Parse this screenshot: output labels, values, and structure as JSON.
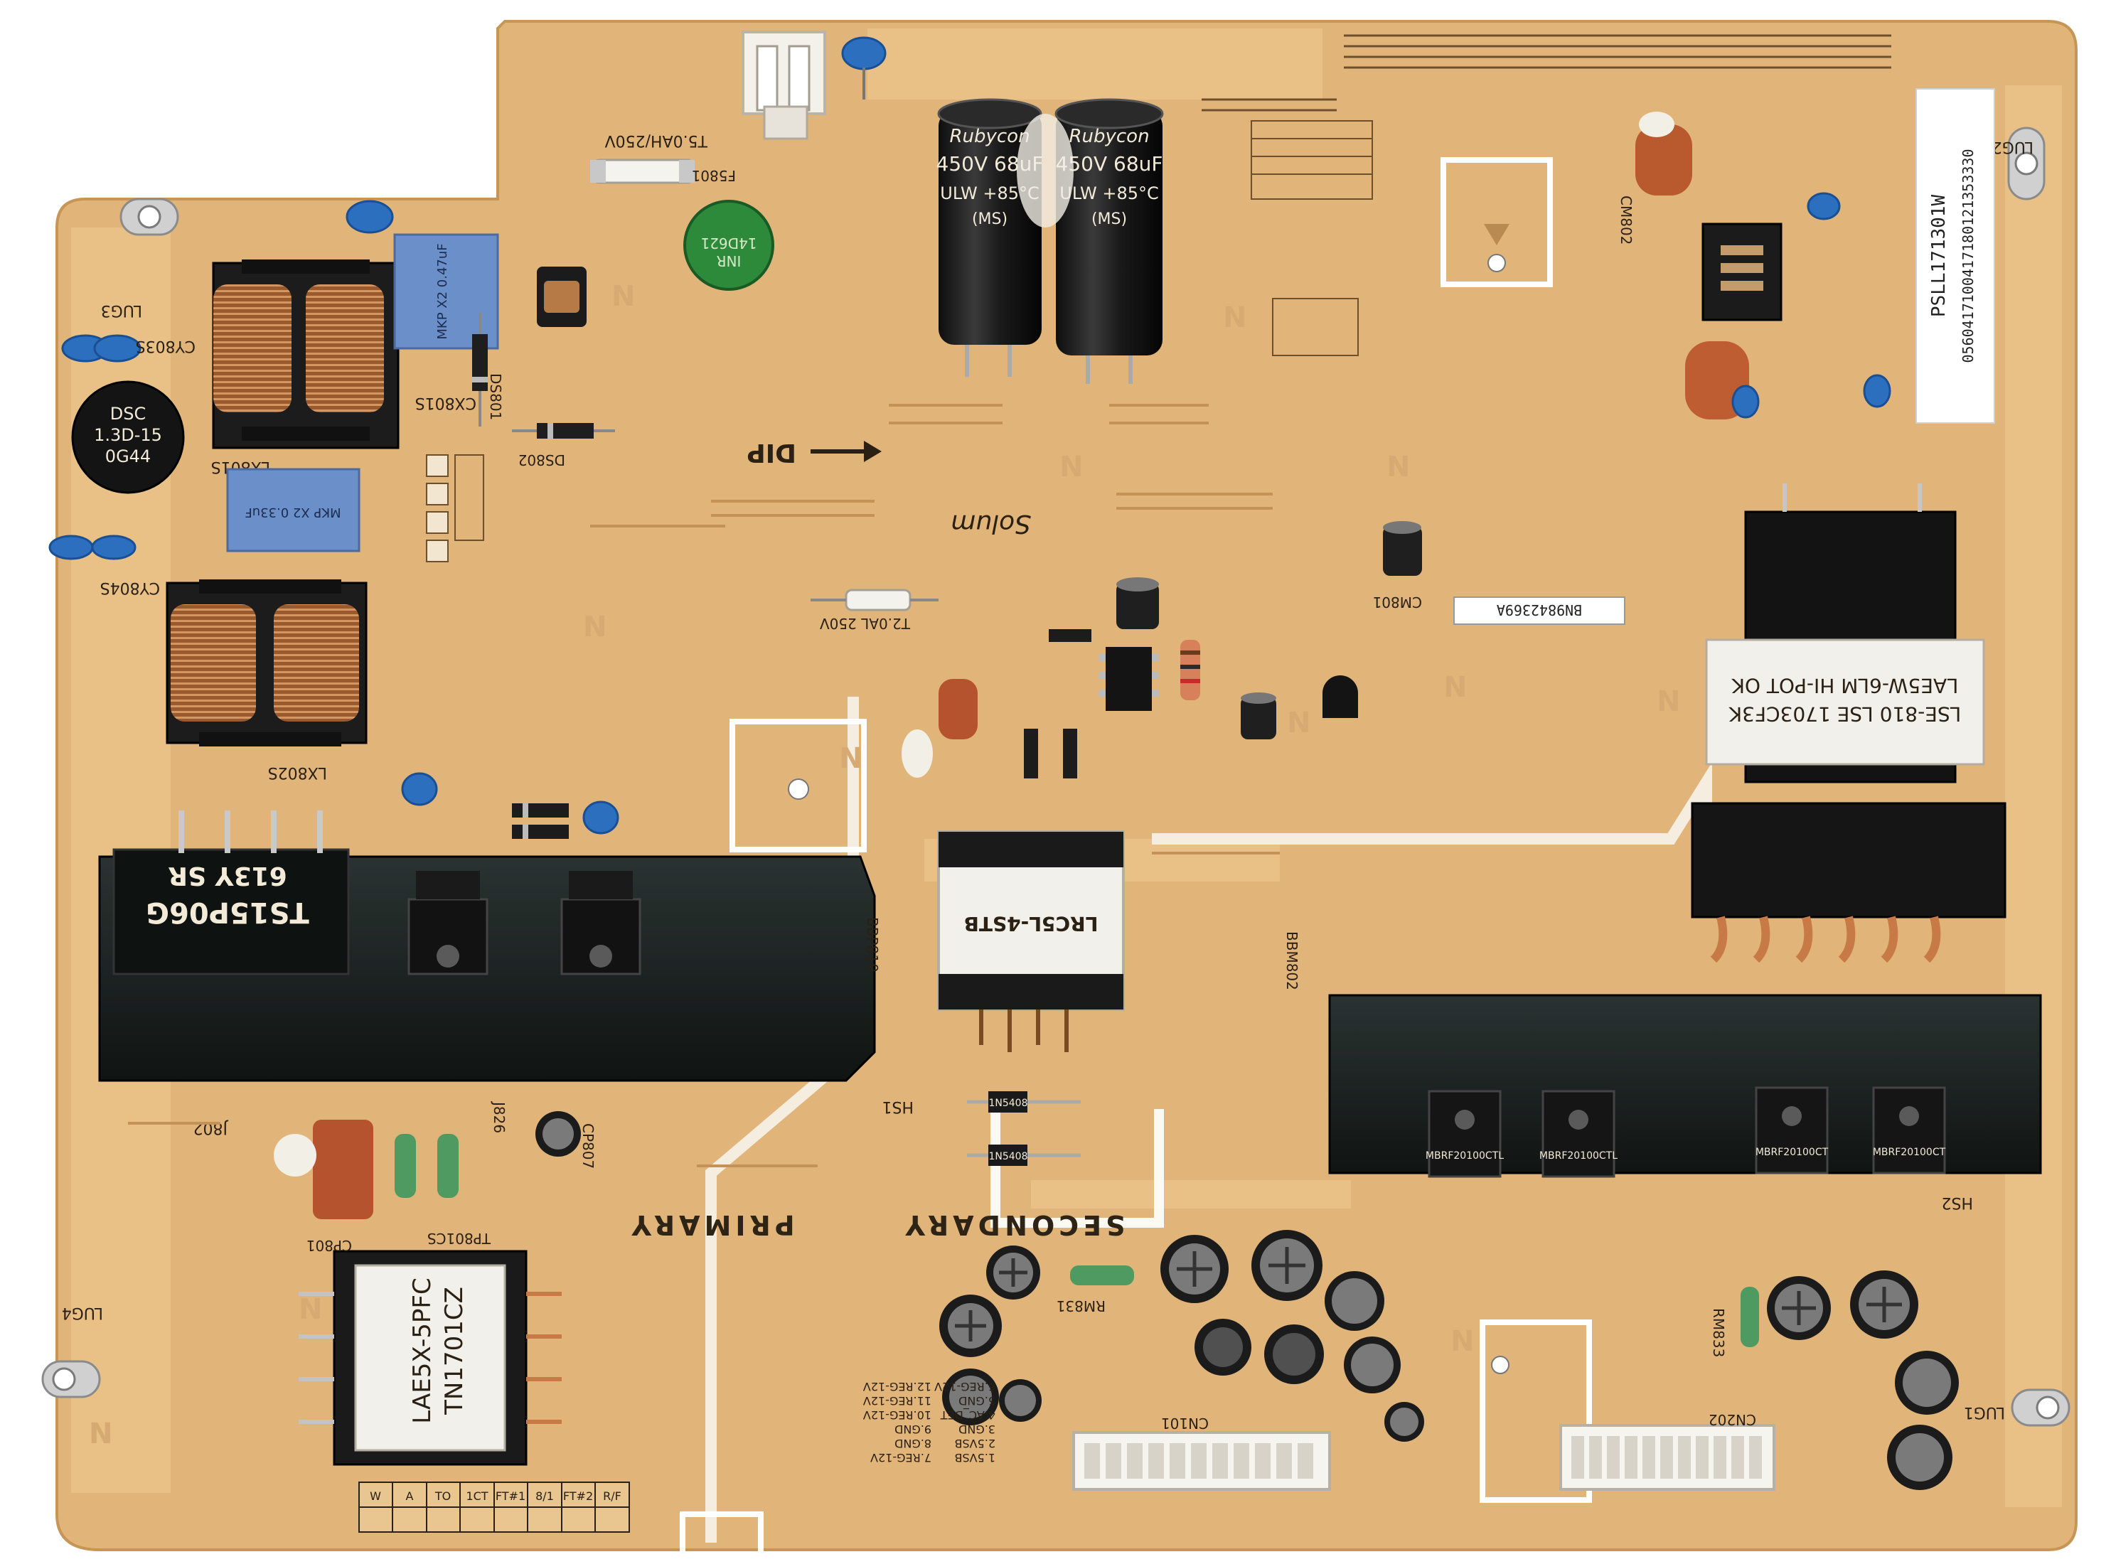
{
  "board": {
    "part_number": "PSLL171301W",
    "serial_barcode": "0560417100417180121353330",
    "sticker_code": "BN9842369A",
    "silk_primary": "PRIMARY",
    "silk_secondary": "SECONDARY",
    "silk_dip": "DIP",
    "solum_logo": "Solum",
    "fuse_label": "T5.0AH/250V",
    "fuse_ref": "F5801",
    "fuse2_label": "T2.0AL 250V",
    "n_mark": "N"
  },
  "components": {
    "bridge_rectifier": {
      "line1": "TS15P06G",
      "line2": "613Y  SR"
    },
    "main_transformer": {
      "line1": "LAE5W-6LM HI-POT OK",
      "line2": "LSE-810 LSE 1703CF3K"
    },
    "standby_transformer": {
      "line1": "LRC5L-4STB"
    },
    "pfc_transformer": {
      "line1": "LAE5X-5PFC",
      "line2": "TN1701CZ"
    },
    "caps": [
      {
        "brand": "Rubycon",
        "line1": "450V 68uF",
        "line2": "ULW +85°C",
        "line3": "(MS)"
      },
      {
        "brand": "Rubycon",
        "line1": "450V 68uF",
        "line2": "ULW +85°C",
        "line3": "(MS)"
      }
    ],
    "thermistor": {
      "line1": "DSC",
      "line2": "1.3D-15",
      "line3": "0G44"
    },
    "mosfets": [
      "MBRF20100CTL",
      "MBRF20100CTL",
      "MBRF20100CT",
      "MBRF20100CT"
    ],
    "diodes": [
      "1N5408",
      "1N5408"
    ]
  },
  "ref_designators": {
    "lug1": "LUG1",
    "lug2": "LUG2",
    "lug3": "LUG3",
    "lug4": "LUG4",
    "cn101": "CN101",
    "cn202": "CN202",
    "hs1": "HS1",
    "hs2": "HS2",
    "lx801s": "LX801S",
    "lx802s": "LX802S",
    "cx801s": "CX801S",
    "cy803s": "CY803S",
    "cy804s": "CY804S",
    "ds801": "DS801",
    "ds802": "DS802",
    "rm831": "RM831",
    "rm833": "RM833",
    "cm801": "CM801",
    "cm802": "CM802",
    "cp801": "CP801",
    "cp807": "CP807",
    "bbp810": "BBP810",
    "bbm802": "BBM802",
    "tp801cs": "TP801CS",
    "j802": "J802",
    "j826": "J826"
  },
  "connector_table_left": [
    "1.5VSB",
    "2.5VSB",
    "3.GND",
    "4.AC_DET",
    "5.GND",
    "6.REG-12V",
    "7.REG-12V",
    "8.GND",
    "9.GND",
    "10.REG-12V",
    "11.REG-12V",
    "12.REG-12V"
  ],
  "jumper_strip": [
    "W",
    "A",
    "TO",
    "1CT",
    "FT#1",
    "8/1",
    "FT#2",
    "R/F"
  ],
  "colors": {
    "pcb": "#e2b77d",
    "trace": "#d7a764",
    "heatsink": "#181d1c",
    "copper": "#9a5a2f",
    "cap_blue": "#2d71c4",
    "cap_black": "#1b1b1b"
  }
}
